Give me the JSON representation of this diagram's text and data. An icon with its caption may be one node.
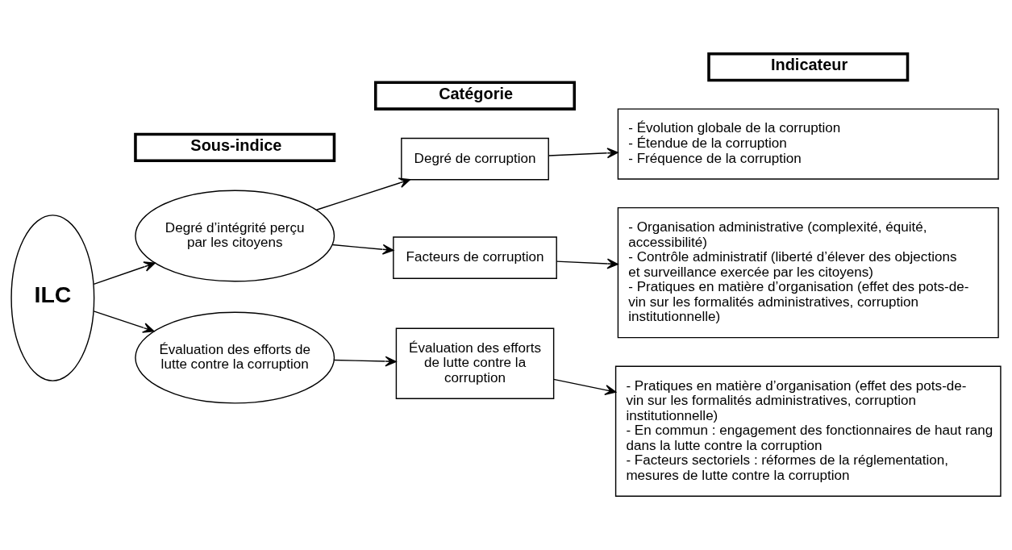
{
  "diagram": {
    "nodes": [
      {
        "text": [
          "Sous-indice"
        ]
      },
      {
        "text": [
          "Catégorie"
        ]
      },
      {
        "text": [
          "Indicateur"
        ]
      },
      {
        "text": [
          "ILC"
        ]
      },
      {
        "text": [
          "Degré d’intégrité perçu par les citoyens"
        ]
      },
      {
        "text": [
          "Évaluation des efforts de lutte contre la corruption"
        ]
      },
      {
        "text": [
          "Degré de corruption"
        ]
      },
      {
        "text": [
          "Facteurs de corruption"
        ]
      },
      {
        "text": [
          "Évaluation des efforts de lutte contre la corruption"
        ]
      },
      {
        "text": [
          "- Évolution globale de la corruption",
          "- Étendue de la corruption",
          "- Fréquence de la corruption"
        ]
      },
      {
        "text": [
          "- Organisation administrative (complexité, équité, accessibilité)",
          "- Contrôle administratif (liberté d’élever des objections et surveillance exercée par les citoyens)",
          "- Pratiques en matière d’organisation (effet des pots-de-vin sur les formalités administratives, corruption institutionnelle)"
        ]
      },
      {
        "text": [
          "- Pratiques en matière d’organisation (effet des pots-de-vin sur les formalités administratives, corruption institutionnelle)",
          "- En commun : engagement des fonctionnaires de haut rang dans la lutte contre la corruption",
          "- Facteurs sectoriels : réformes de la réglementation, mesures de lutte contre la corruption"
        ]
      }
    ],
    "edges": [
      {
        "from": 3,
        "to": 4,
        "arrow": "to"
      },
      {
        "from": 3,
        "to": 5,
        "arrow": "to"
      },
      {
        "from": 4,
        "to": 6,
        "arrow": "to"
      },
      {
        "from": 4,
        "to": 7,
        "arrow": "to"
      },
      {
        "from": 5,
        "to": 8,
        "arrow": "to"
      },
      {
        "from": 6,
        "to": 9,
        "arrow": "to"
      },
      {
        "from": 7,
        "to": 10,
        "arrow": "to"
      },
      {
        "from": 8,
        "to": 11,
        "arrow": "to"
      }
    ]
  }
}
